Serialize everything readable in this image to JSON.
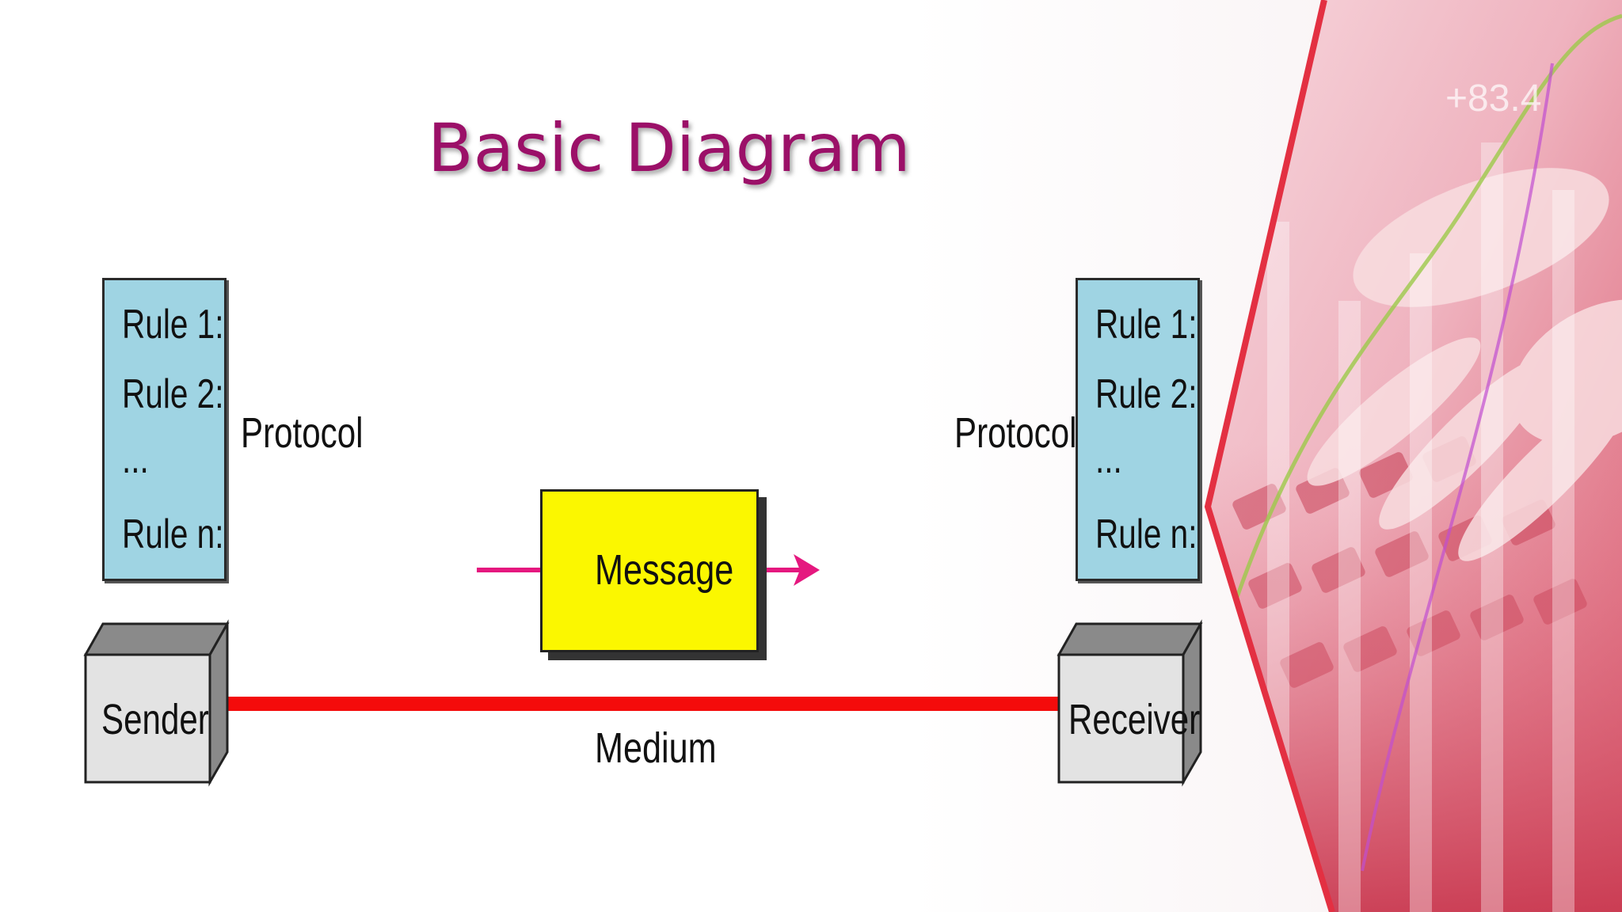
{
  "slide": {
    "title": "Basic Diagram"
  },
  "diagram": {
    "sender": {
      "rules": [
        "Rule 1:",
        "Rule 2:",
        "...",
        "Rule n:"
      ],
      "protocol_label": "Protocol",
      "device_label": "Sender"
    },
    "receiver": {
      "rules": [
        "Rule 1:",
        "Rule 2:",
        "...",
        "Rule n:"
      ],
      "protocol_label": "Protocol",
      "device_label": "Receiver"
    },
    "message_label": "Message",
    "medium_label": "Medium"
  },
  "decoration": {
    "overlay_number": "+83.4"
  },
  "colors": {
    "title": "#9b1068",
    "rules_box": "#9fd4e3",
    "message_box": "#fbf700",
    "medium_line": "#f40b0b",
    "arrow": "#e5187f"
  }
}
